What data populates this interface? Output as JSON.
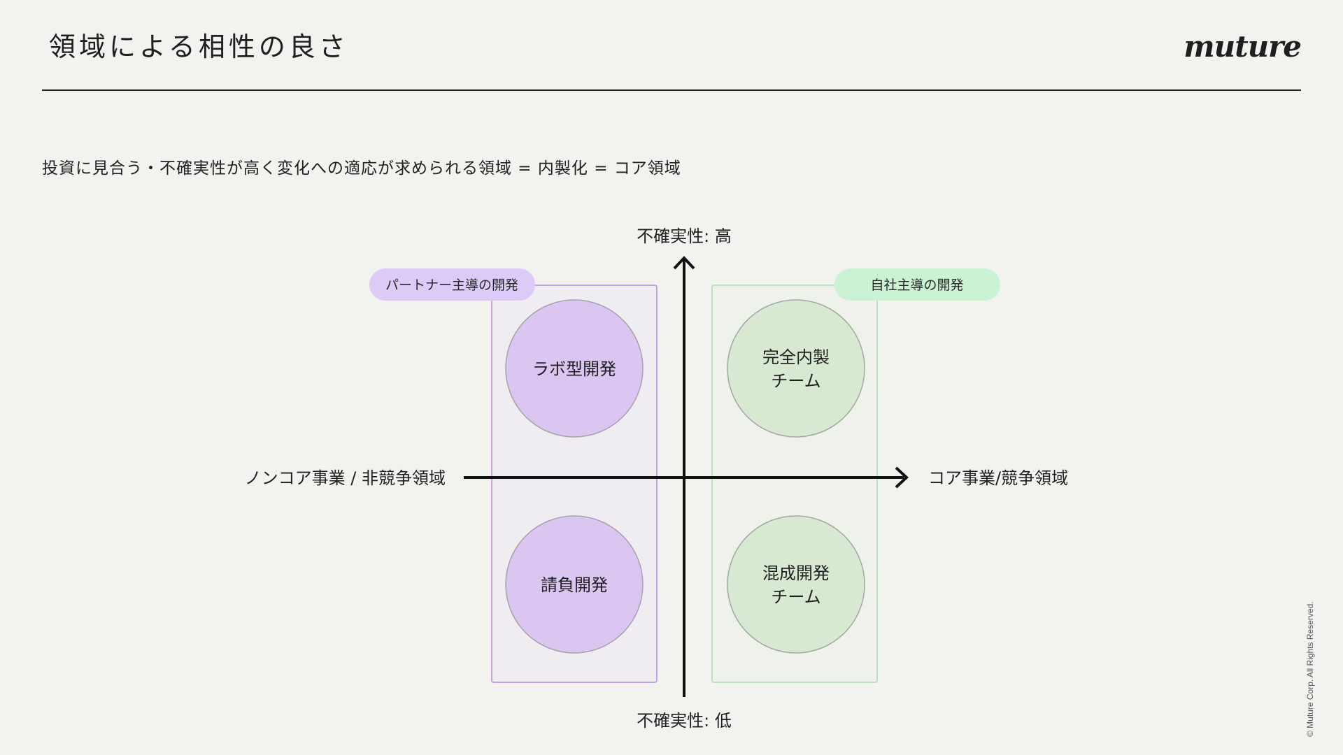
{
  "header": {
    "title": "領域による相性の良さ",
    "logo": "muture"
  },
  "subtitle": "投資に見合う・不確実性が高く変化への適応が求められる領域 = 内製化 = コア領域",
  "diagram": {
    "axis_top": "不確実性: 高",
    "axis_bottom": "不確実性: 低",
    "axis_left": "ノンコア事業 / 非競争領域",
    "axis_right": "コア事業/競争領域",
    "partner_tag": "パートナー主導の開発",
    "inhouse_tag": "自社主導の開発",
    "circles": {
      "lab": "ラボ型開発",
      "contract": "請負開発",
      "full_inhouse_line1": "完全内製",
      "full_inhouse_line2": "チーム",
      "hybrid_line1": "混成開発",
      "hybrid_line2": "チーム"
    },
    "colors": {
      "partner_fill": "#d9c6f2",
      "partner_border": "#b98be0",
      "partner_zone_fill": "#efedf2",
      "inhouse_fill": "#d6ead0",
      "inhouse_tag_fill": "#ccf2d4",
      "inhouse_border": "#b5dcb0",
      "inhouse_zone_fill": "#eef2ea"
    }
  },
  "footer": {
    "copyright": "© Muture Corp. All Rights Reserved."
  }
}
